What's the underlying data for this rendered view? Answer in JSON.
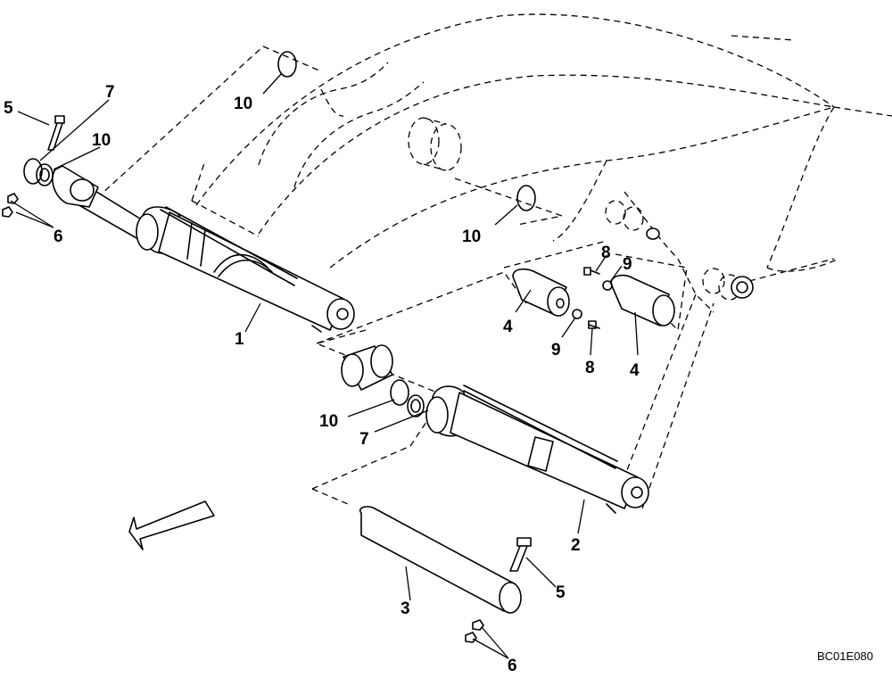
{
  "callouts": {
    "c1": "1",
    "c2": "2",
    "c3": "3",
    "c4a": "4",
    "c4b": "4",
    "c5a": "5",
    "c5b": "5",
    "c6a": "6",
    "c6b": "6",
    "c7a": "7",
    "c7b": "7",
    "c8a": "8",
    "c8b": "8",
    "c9a": "9",
    "c9b": "9",
    "c10a": "10",
    "c10b": "10",
    "c10c": "10",
    "c10d": "10"
  },
  "drawing_code": "BC01E080",
  "icons": {
    "direction": "front-direction-arrow-icon"
  }
}
